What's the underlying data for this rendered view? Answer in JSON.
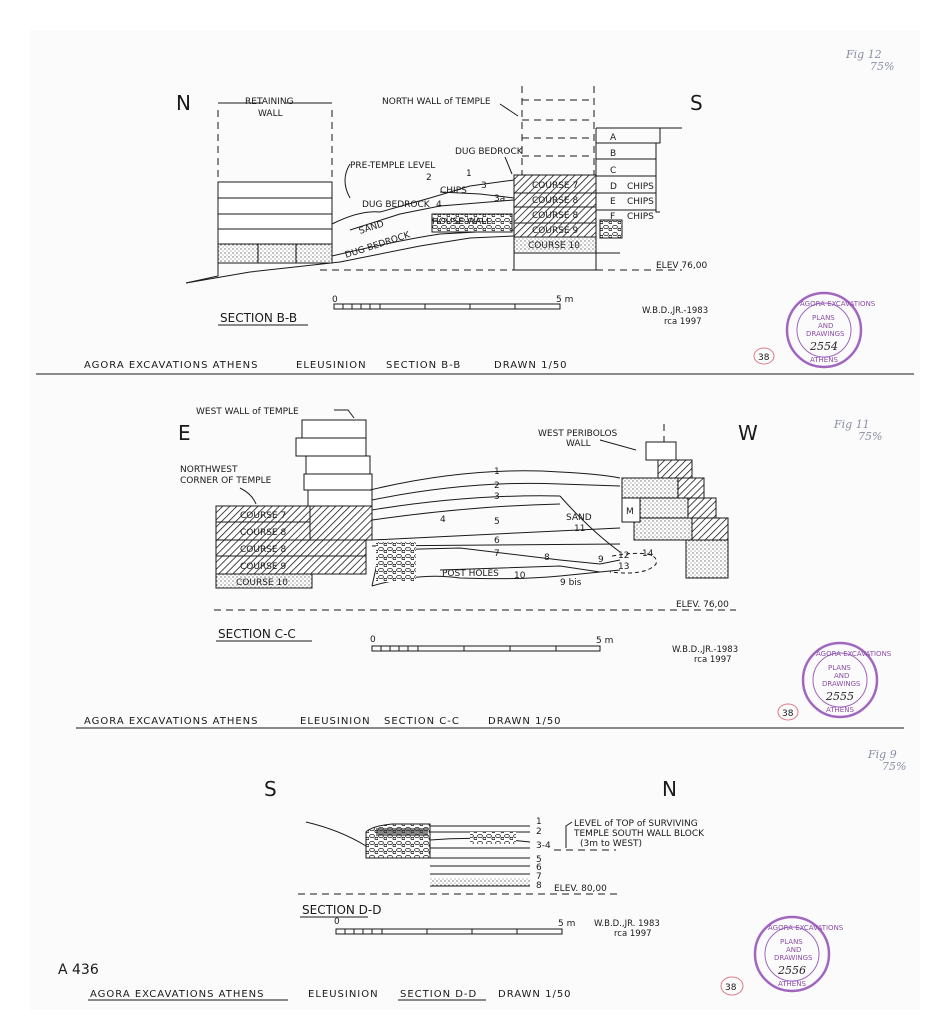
{
  "sections": [
    {
      "labels": {
        "north": "N",
        "south": "S",
        "retaining": "RETAINING",
        "wall": "WALL",
        "north_wall": "NORTH WALL of TEMPLE",
        "dug_bedrock_top": "DUG BEDROCK",
        "pre_temple": "PRE-TEMPLE LEVEL",
        "chips": "CHIPS",
        "dug_bedrock_mid": "DUG BEDROCK",
        "sand": "SAND",
        "house_wall": "HOUSE WALL",
        "dug_bedrock_low": "DUG BEDROCK",
        "n1": "1",
        "n2": "2",
        "n3": "3",
        "n3a": "3a",
        "n4": "4",
        "A": "A",
        "B": "B",
        "C": "C",
        "D": "D",
        "E": "E",
        "F": "F",
        "d_chips": "CHIPS",
        "e_chips": "CHIPS",
        "f_chips": "CHIPS",
        "course7": "COURSE 7",
        "course8": "COURSE 8",
        "course8b": "COURSE 8",
        "course9": "COURSE 9",
        "course10": "COURSE 10",
        "elev": "ELEV 76,00",
        "scale0": "0",
        "scale5": "5 m",
        "title": "SECTION B-B",
        "sig1": "W.B.D.,JR.-1983",
        "sig2": "rca 1997",
        "fig": "Fig 12",
        "pct": "75%",
        "stamp_no": "2554",
        "circled": "38"
      },
      "footer": [
        "AGORA EXCAVATIONS ATHENS",
        "ELEUSINION",
        "SECTION B-B",
        "DRAWN 1/50"
      ]
    },
    {
      "labels": {
        "east": "E",
        "west": "W",
        "west_wall": "WEST WALL of TEMPLE",
        "nw_corner_1": "NORTHWEST",
        "nw_corner_2": "CORNER OF TEMPLE",
        "peribolos_1": "WEST PERIBOLOS",
        "peribolos_2": "WALL",
        "course7": "COURSE 7",
        "course8": "COURSE 8",
        "course8b": "COURSE 8",
        "course9": "COURSE 9",
        "course10": "COURSE 10",
        "n1": "1",
        "n2": "2",
        "n3": "3",
        "n4": "4",
        "n5": "5",
        "n6": "6",
        "n7": "7",
        "n8": "8",
        "n9": "9",
        "n10": "10",
        "n12": "12",
        "n13": "13",
        "n14": "14",
        "sand": "SAND",
        "n11": "11",
        "M": "M",
        "post_holes": "POST HOLES",
        "nine_bis": "9 bis",
        "elev": "ELEV. 76,00",
        "scale0": "0",
        "scale5": "5 m",
        "title": "SECTION C-C",
        "sig1": "W.B.D.,JR.-1983",
        "sig2": "rca 1997",
        "fig": "Fig 11",
        "pct": "75%",
        "stamp_no": "2555",
        "circled": "38"
      },
      "footer": [
        "AGORA EXCAVATIONS ATHENS",
        "ELEUSINION",
        "SECTION C-C",
        "DRAWN 1/50"
      ]
    },
    {
      "labels": {
        "south": "S",
        "north": "N",
        "l1": "1",
        "l2": "2",
        "l34": "3-4",
        "l5": "5",
        "l6": "6",
        "l7": "7",
        "l8": "8",
        "level_1": "LEVEL of TOP of SURVIVING",
        "level_2": "TEMPLE SOUTH WALL BLOCK",
        "level_3": "(3m to WEST)",
        "elev": "ELEV. 80,00",
        "title": "SECTION D-D",
        "scale0": "0",
        "scale5": "5 m",
        "sig1": "W.B.D.,JR. 1983",
        "sig2": "rca 1997",
        "fig": "Fig 9",
        "pct": "75%",
        "stamp_no": "2556",
        "circled": "38"
      },
      "footer": [
        "AGORA EXCAVATIONS ATHENS",
        "ELEUSINION",
        "SECTION D-D",
        "DRAWN 1/50"
      ]
    }
  ],
  "sheet_number": "A 436",
  "stamp": {
    "top": "AGORA EXCAVATIONS",
    "bottom": "ATHENS",
    "center_1": "PLANS",
    "center_2": "AND",
    "center_3": "DRAWINGS"
  }
}
